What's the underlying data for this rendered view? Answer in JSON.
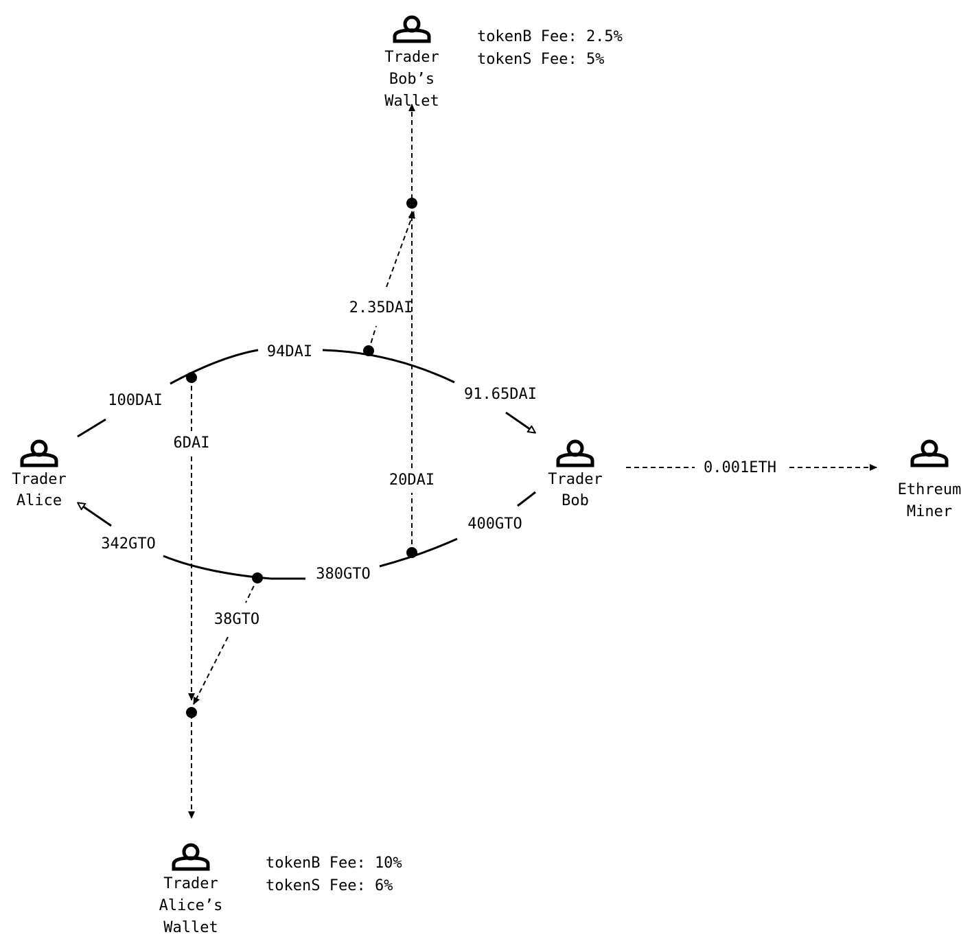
{
  "nodes": {
    "bob_wallet": {
      "lines": [
        "Trader",
        "Bob’s",
        "Wallet"
      ],
      "fees": [
        "tokenB Fee: 2.5%",
        "tokenS Fee: 5%"
      ]
    },
    "alice": {
      "lines": [
        "Trader",
        "Alice"
      ]
    },
    "bob": {
      "lines": [
        "Trader",
        "Bob"
      ]
    },
    "miner": {
      "lines": [
        "Ethreum",
        "Miner"
      ]
    },
    "alice_wallet": {
      "lines": [
        "Trader",
        "Alice’s",
        "Wallet"
      ],
      "fees": [
        "tokenB Fee: 10%",
        "tokenS Fee: 6%"
      ]
    }
  },
  "flows": {
    "alice_sells": "100DAI",
    "after_alice_fee": "94DAI",
    "bob_receives": "91.65DAI",
    "alice_wallet_dai_fee": "6DAI",
    "bob_wallet_dai_fee": "2.35DAI",
    "bob_margin_dai": "20DAI",
    "bob_sells": "400GTO",
    "after_bob_fee": "380GTO",
    "alice_receives": "342GTO",
    "alice_wallet_gto_fee": "38GTO",
    "miner_fee": "0.001ETH"
  }
}
